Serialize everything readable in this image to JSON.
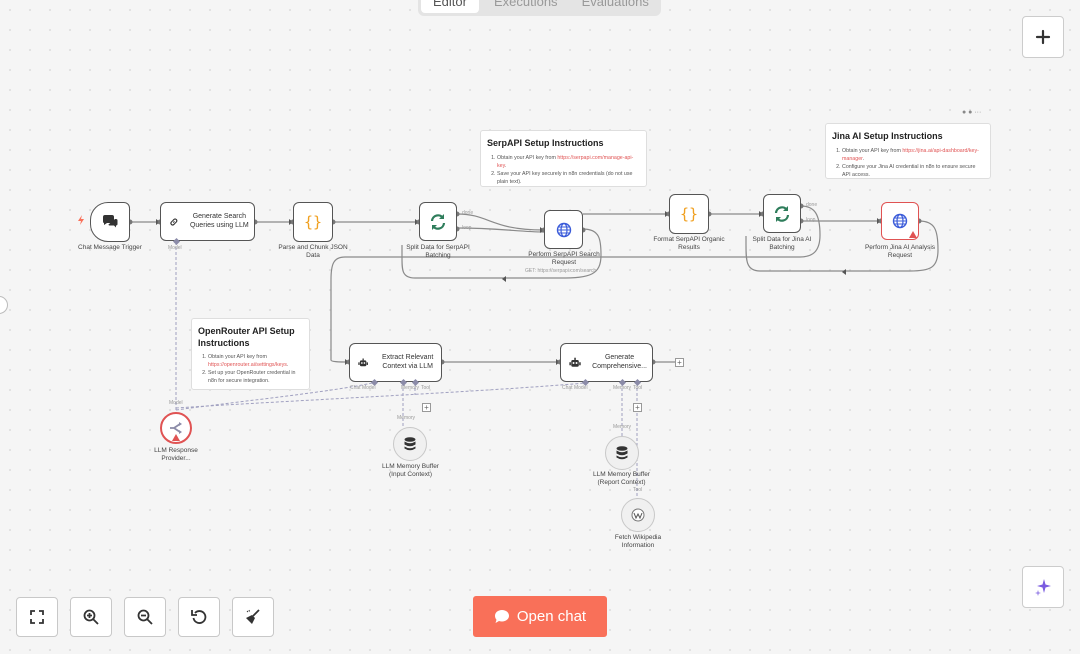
{
  "tabs": [
    "Editor",
    "Executions",
    "Evaluations"
  ],
  "nodes": {
    "trigger": "Chat Message Trigger",
    "gen_queries": "Generate Search Queries using LLM",
    "parse_json": "Parse and Chunk JSON Data",
    "split_serp": "Split Data for SerpAPI Batching",
    "perform_serp": "Perform SerpAPI Search Request",
    "perform_serp_sub": "GET: https://serpapi.com/search",
    "format_serp": "Format SerpAPI Organic Results",
    "split_jina": "Split Data for Jina AI Batching",
    "perform_jina": "Perform Jina AI Analysis Request",
    "extract": "Extract Relevant Context via LLM",
    "generate": "Generate Comprehensive...",
    "llm_provider": "LLM Response Provider...",
    "mem_input": "LLM Memory Buffer (Input Context)",
    "mem_report": "LLM Memory Buffer (Report Context)",
    "wiki": "Fetch Wikipedia Information"
  },
  "ports": {
    "done": "done",
    "loop": "loop",
    "model": "Model",
    "chat_model": "Chat Model",
    "memory": "Memory",
    "tool": "Tool"
  },
  "stickies": {
    "serpapi": {
      "title": "SerpAPI Setup Instructions",
      "item1_text": "Obtain your API key from ",
      "item1_link": "https://serpapi.com/manage-api-key",
      "item1_end": ".",
      "item2": "Save your API key securely in n8n credentials (do not use plain text)."
    },
    "jina": {
      "title": "Jina AI Setup Instructions",
      "item1_text": "Obtain your API key from ",
      "item1_link": "https://jina.ai/api-dashboard/key-manager",
      "item1_end": ".",
      "item2": "Configure your Jina AI credential in n8n to ensure secure API access."
    },
    "openrouter": {
      "title": "OpenRouter API Setup Instructions",
      "item1_text": "Obtain your API key from ",
      "item1_link": "https://openrouter.ai/settings/keys",
      "item1_end": ".",
      "item2": "Set up your OpenRouter credential in n8n for secure integration."
    }
  },
  "open_chat_label": "Open chat",
  "colors": {
    "accent": "#f97059",
    "error": "#e05353",
    "ai_port": "#8b8ba8",
    "code_icon": "#f0a020",
    "split_icon": "#2e7d5b",
    "globe_icon": "#3a5bd9"
  }
}
